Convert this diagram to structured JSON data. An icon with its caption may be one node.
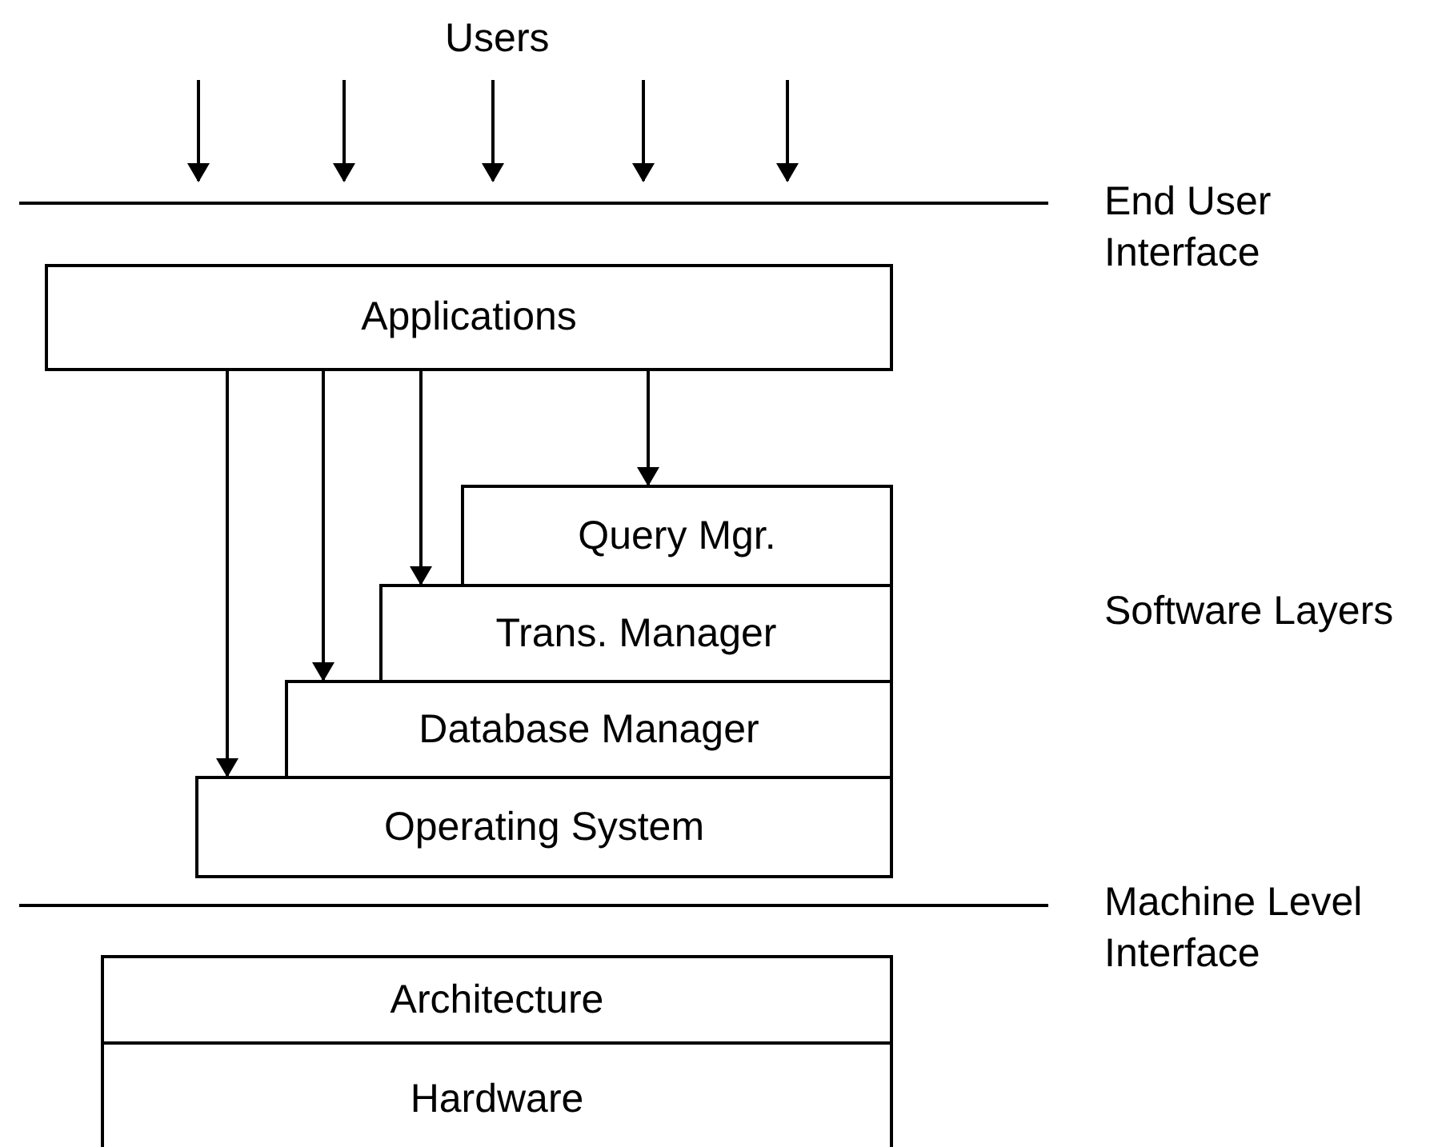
{
  "diagram": {
    "nodes": [
      {
        "text": [
          "Applications"
        ]
      },
      {
        "text": [
          "Query Mgr."
        ]
      },
      {
        "text": [
          "Trans. Manager"
        ]
      },
      {
        "text": [
          "Database Manager"
        ]
      },
      {
        "text": [
          "Operating System"
        ]
      },
      {
        "text": [
          "Architecture"
        ]
      },
      {
        "text": [
          "Hardware"
        ]
      }
    ],
    "edges": [
      {
        "from": 0,
        "to": 4,
        "arrow": "to"
      },
      {
        "from": 0,
        "to": 3,
        "arrow": "to"
      },
      {
        "from": 0,
        "to": 2,
        "arrow": "to"
      },
      {
        "from": 0,
        "to": 1,
        "arrow": "to"
      }
    ],
    "labels": [
      "Users",
      "End User Interface",
      "Software Layers",
      "Machine Level Interface"
    ]
  }
}
